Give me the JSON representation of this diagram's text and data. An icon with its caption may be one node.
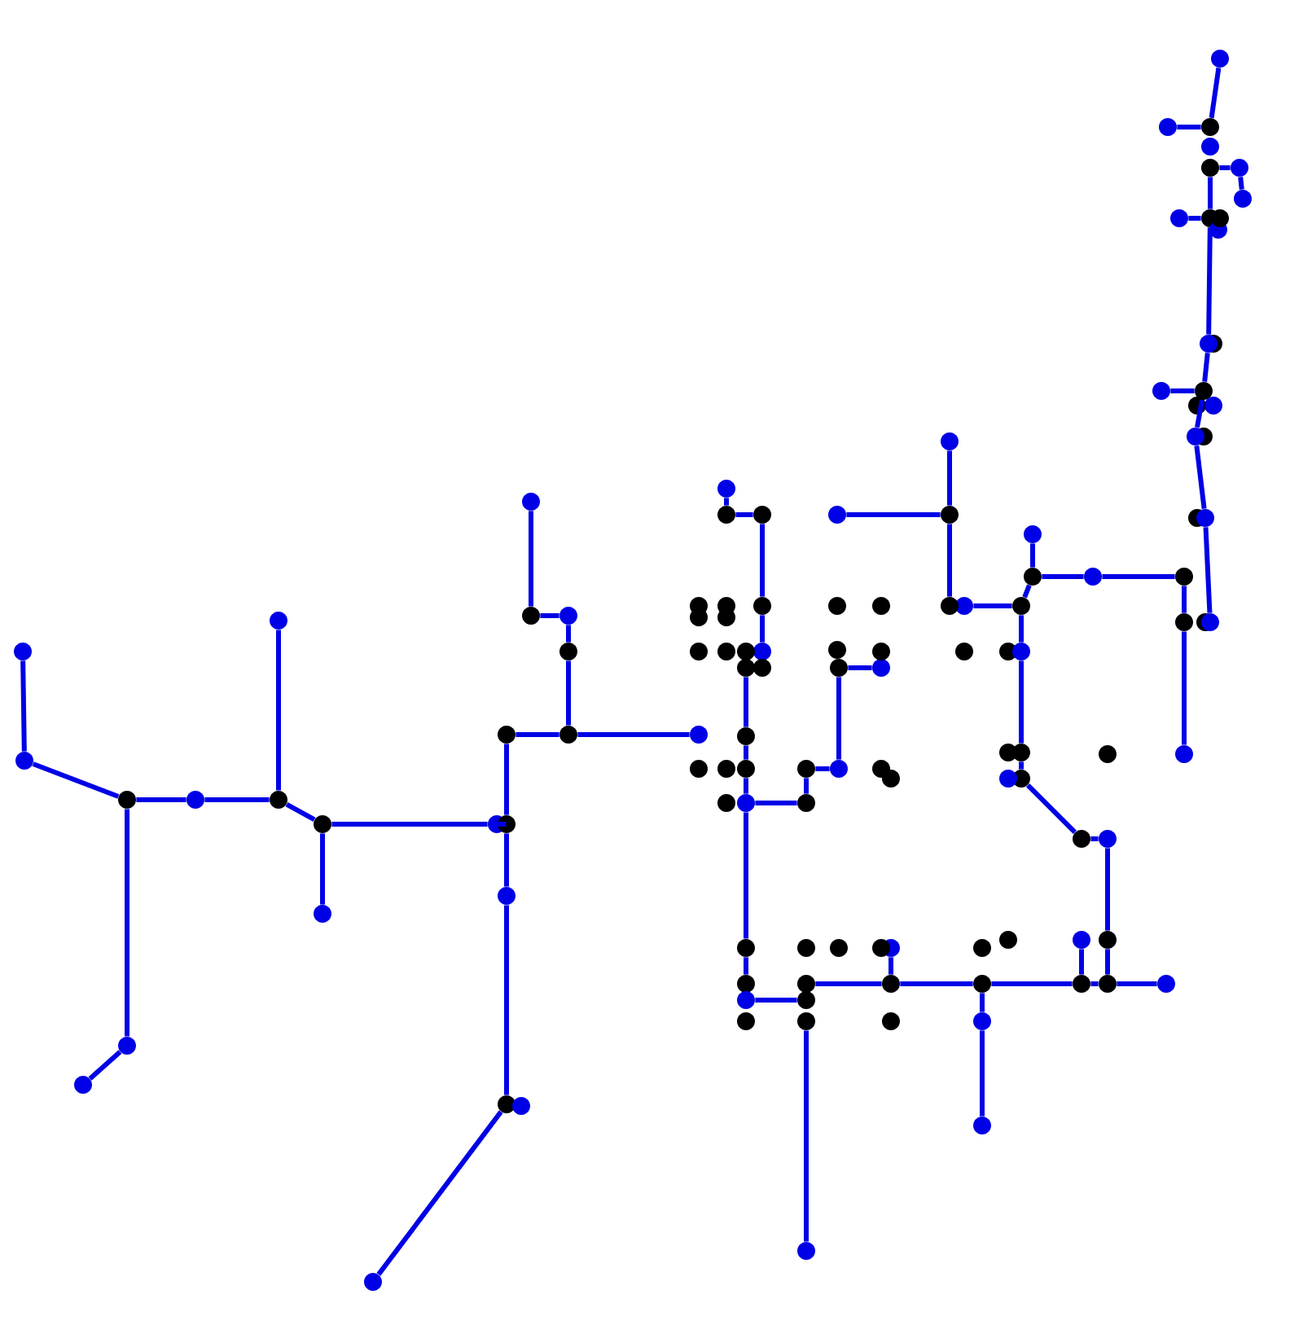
{
  "diagram": {
    "nodes": [
      {
        "text": [],
        "shape": "circle"
      },
      {
        "text": [],
        "shape": "circle"
      },
      {
        "text": [],
        "shape": "circle"
      },
      {
        "text": [],
        "shape": "circle"
      },
      {
        "text": [],
        "shape": "circle"
      },
      {
        "text": [],
        "shape": "circle"
      },
      {
        "text": [],
        "shape": "circle"
      },
      {
        "text": [],
        "shape": "circle"
      },
      {
        "text": [],
        "shape": "circle"
      },
      {
        "text": [],
        "shape": "circle"
      },
      {
        "text": [],
        "shape": "circle"
      },
      {
        "text": [],
        "shape": "circle"
      },
      {
        "text": [],
        "shape": "circle"
      },
      {
        "text": [],
        "shape": "circle"
      },
      {
        "text": [],
        "shape": "circle"
      },
      {
        "text": [],
        "shape": "circle"
      },
      {
        "text": [],
        "shape": "circle"
      },
      {
        "text": [],
        "shape": "circle"
      },
      {
        "text": [],
        "shape": "circle"
      },
      {
        "text": [],
        "shape": "circle"
      },
      {
        "text": [],
        "shape": "circle"
      },
      {
        "text": [],
        "shape": "circle"
      },
      {
        "text": [],
        "shape": "circle"
      },
      {
        "text": [],
        "shape": "circle"
      },
      {
        "text": [],
        "shape": "circle"
      },
      {
        "text": [],
        "shape": "circle"
      },
      {
        "text": [],
        "shape": "circle"
      },
      {
        "text": [],
        "shape": "circle"
      },
      {
        "text": [],
        "shape": "circle"
      },
      {
        "text": [],
        "shape": "circle"
      },
      {
        "text": [],
        "shape": "circle"
      },
      {
        "text": [],
        "shape": "circle"
      },
      {
        "text": [],
        "shape": "circle"
      },
      {
        "text": [],
        "shape": "circle"
      },
      {
        "text": [],
        "shape": "circle"
      },
      {
        "text": [],
        "shape": "circle"
      },
      {
        "text": [],
        "shape": "circle"
      },
      {
        "text": [],
        "shape": "circle"
      },
      {
        "text": [],
        "shape": "circle"
      },
      {
        "text": [],
        "shape": "circle"
      },
      {
        "text": [],
        "shape": "circle"
      },
      {
        "text": [],
        "shape": "circle"
      },
      {
        "text": [],
        "shape": "circle"
      },
      {
        "text": [],
        "shape": "circle"
      },
      {
        "text": [],
        "shape": "circle"
      },
      {
        "text": [],
        "shape": "circle"
      },
      {
        "text": [],
        "shape": "circle"
      },
      {
        "text": [],
        "shape": "circle"
      },
      {
        "text": [],
        "shape": "circle"
      },
      {
        "text": [],
        "shape": "circle"
      },
      {
        "text": [],
        "shape": "circle"
      },
      {
        "text": [],
        "shape": "circle"
      },
      {
        "text": [],
        "shape": "circle"
      },
      {
        "text": [],
        "shape": "circle"
      },
      {
        "text": [],
        "shape": "circle"
      },
      {
        "text": [],
        "shape": "circle"
      },
      {
        "text": [],
        "shape": "circle"
      },
      {
        "text": [],
        "shape": "circle"
      },
      {
        "text": [],
        "shape": "circle"
      },
      {
        "text": [],
        "shape": "circle"
      },
      {
        "text": [],
        "shape": "circle"
      },
      {
        "text": [],
        "shape": "circle"
      },
      {
        "text": [],
        "shape": "circle"
      },
      {
        "text": [],
        "shape": "circle"
      },
      {
        "text": [],
        "shape": "circle"
      },
      {
        "text": [],
        "shape": "circle"
      },
      {
        "text": [],
        "shape": "circle"
      },
      {
        "text": [],
        "shape": "circle"
      },
      {
        "text": [],
        "shape": "circle"
      },
      {
        "text": [],
        "shape": "circle"
      },
      {
        "text": [],
        "shape": "circle"
      },
      {
        "text": [],
        "shape": "circle"
      },
      {
        "text": [],
        "shape": "circle"
      },
      {
        "text": [],
        "shape": "circle"
      },
      {
        "text": [],
        "shape": "circle"
      },
      {
        "text": [],
        "shape": "circle"
      },
      {
        "text": [],
        "shape": "circle"
      },
      {
        "text": [],
        "shape": "circle"
      },
      {
        "text": [],
        "shape": "circle"
      },
      {
        "text": [],
        "shape": "circle"
      },
      {
        "text": [],
        "shape": "circle"
      },
      {
        "text": [],
        "shape": "circle"
      },
      {
        "text": [],
        "shape": "circle"
      },
      {
        "text": [],
        "shape": "circle"
      },
      {
        "text": [],
        "shape": "circle"
      },
      {
        "text": [],
        "shape": "circle"
      },
      {
        "text": [],
        "shape": "circle"
      },
      {
        "text": [],
        "shape": "circle"
      },
      {
        "text": [],
        "shape": "circle"
      },
      {
        "text": [],
        "shape": "circle"
      },
      {
        "text": [],
        "shape": "circle"
      },
      {
        "text": [],
        "shape": "circle"
      },
      {
        "text": [],
        "shape": "circle"
      },
      {
        "text": [],
        "shape": "circle"
      },
      {
        "text": [],
        "shape": "circle"
      },
      {
        "text": [],
        "shape": "circle"
      },
      {
        "text": [],
        "shape": "circle"
      },
      {
        "text": [],
        "shape": "circle"
      },
      {
        "text": [],
        "shape": "circle"
      },
      {
        "text": [],
        "shape": "circle"
      },
      {
        "text": [],
        "shape": "circle"
      },
      {
        "text": [],
        "shape": "circle"
      },
      {
        "text": [],
        "shape": "circle"
      },
      {
        "text": [],
        "shape": "circle"
      },
      {
        "text": [],
        "shape": "circle"
      },
      {
        "text": [],
        "shape": "circle"
      },
      {
        "text": [],
        "shape": "circle"
      },
      {
        "text": [],
        "shape": "circle"
      },
      {
        "text": [],
        "shape": "circle"
      },
      {
        "text": [],
        "shape": "circle"
      },
      {
        "text": [],
        "shape": "circle"
      },
      {
        "text": [],
        "shape": "circle"
      },
      {
        "text": [],
        "shape": "circle"
      },
      {
        "text": [],
        "shape": "circle"
      },
      {
        "text": [],
        "shape": "circle"
      },
      {
        "text": [],
        "shape": "circle"
      },
      {
        "text": [],
        "shape": "circle"
      },
      {
        "text": [],
        "shape": "circle"
      },
      {
        "text": [],
        "shape": "circle"
      },
      {
        "text": [],
        "shape": "circle"
      },
      {
        "text": [],
        "shape": "circle"
      },
      {
        "text": [],
        "shape": "circle"
      },
      {
        "text": [],
        "shape": "circle"
      }
    ],
    "edges": [
      {
        "from": 0,
        "to": 1,
        "arrow": "none"
      },
      {
        "from": 1,
        "to": 2,
        "arrow": "none"
      },
      {
        "from": 2,
        "to": 3,
        "arrow": "none"
      },
      {
        "from": 3,
        "to": 4,
        "arrow": "none"
      },
      {
        "from": 4,
        "to": 5,
        "arrow": "none"
      },
      {
        "from": 4,
        "to": 6,
        "arrow": "none"
      },
      {
        "from": 6,
        "to": 7,
        "arrow": "none"
      },
      {
        "from": 6,
        "to": 8,
        "arrow": "none"
      },
      {
        "from": 8,
        "to": 9,
        "arrow": "none"
      },
      {
        "from": 9,
        "to": 16,
        "arrow": "none"
      },
      {
        "from": 9,
        "to": 12,
        "arrow": "none"
      },
      {
        "from": 12,
        "to": 13,
        "arrow": "none"
      },
      {
        "from": 13,
        "to": 15,
        "arrow": "none"
      },
      {
        "from": 2,
        "to": 10,
        "arrow": "none"
      },
      {
        "from": 10,
        "to": 11,
        "arrow": "none"
      },
      {
        "from": 16,
        "to": 17,
        "arrow": "none"
      },
      {
        "from": 17,
        "to": 18,
        "arrow": "none"
      },
      {
        "from": 17,
        "to": 19,
        "arrow": "none"
      },
      {
        "from": 19,
        "to": 20,
        "arrow": "none"
      },
      {
        "from": 20,
        "to": 21,
        "arrow": "none"
      },
      {
        "from": 21,
        "to": 22,
        "arrow": "none"
      },
      {
        "from": 23,
        "to": 24,
        "arrow": "none"
      },
      {
        "from": 24,
        "to": 25,
        "arrow": "none"
      },
      {
        "from": 25,
        "to": 26,
        "arrow": "none"
      },
      {
        "from": 26,
        "to": 27,
        "arrow": "none"
      },
      {
        "from": 29,
        "to": 31,
        "arrow": "none"
      },
      {
        "from": 31,
        "to": 32,
        "arrow": "none"
      },
      {
        "from": 32,
        "to": 33,
        "arrow": "none"
      },
      {
        "from": 33,
        "to": 34,
        "arrow": "none"
      },
      {
        "from": 34,
        "to": 35,
        "arrow": "none"
      },
      {
        "from": 35,
        "to": 36,
        "arrow": "none"
      },
      {
        "from": 36,
        "to": 37,
        "arrow": "none"
      },
      {
        "from": 37,
        "to": 38,
        "arrow": "none"
      },
      {
        "from": 33,
        "to": 40,
        "arrow": "none"
      },
      {
        "from": 40,
        "to": 41,
        "arrow": "none"
      },
      {
        "from": 42,
        "to": 43,
        "arrow": "none"
      },
      {
        "from": 45,
        "to": 46,
        "arrow": "none"
      },
      {
        "from": 44,
        "to": 47,
        "arrow": "none"
      },
      {
        "from": 47,
        "to": 48,
        "arrow": "none"
      },
      {
        "from": 47,
        "to": 49,
        "arrow": "none"
      },
      {
        "from": 49,
        "to": 50,
        "arrow": "none"
      },
      {
        "from": 50,
        "to": 51,
        "arrow": "none"
      },
      {
        "from": 49,
        "to": 52,
        "arrow": "none"
      },
      {
        "from": 52,
        "to": 53,
        "arrow": "none"
      },
      {
        "from": 52,
        "to": 54,
        "arrow": "none"
      },
      {
        "from": 54,
        "to": 55,
        "arrow": "none"
      },
      {
        "from": 54,
        "to": 56,
        "arrow": "none"
      },
      {
        "from": 55,
        "to": 57,
        "arrow": "none"
      },
      {
        "from": 57,
        "to": 58,
        "arrow": "none"
      },
      {
        "from": 58,
        "to": 59,
        "arrow": "none"
      },
      {
        "from": 59,
        "to": 61,
        "arrow": "none"
      },
      {
        "from": 61,
        "to": 64,
        "arrow": "none"
      },
      {
        "from": 64,
        "to": 65,
        "arrow": "none"
      },
      {
        "from": 65,
        "to": 66,
        "arrow": "none"
      },
      {
        "from": 67,
        "to": 68,
        "arrow": "none"
      },
      {
        "from": 68,
        "to": 69,
        "arrow": "none"
      },
      {
        "from": 68,
        "to": 70,
        "arrow": "none"
      },
      {
        "from": 65,
        "to": 71,
        "arrow": "none"
      },
      {
        "from": 71,
        "to": 72,
        "arrow": "none"
      },
      {
        "from": 71,
        "to": 73,
        "arrow": "none"
      },
      {
        "from": 73,
        "to": 74,
        "arrow": "none"
      },
      {
        "from": 74,
        "to": 75,
        "arrow": "none"
      },
      {
        "from": 75,
        "to": 76,
        "arrow": "none"
      },
      {
        "from": 77,
        "to": 78,
        "arrow": "none"
      },
      {
        "from": 78,
        "to": 79,
        "arrow": "none"
      },
      {
        "from": 81,
        "to": 82,
        "arrow": "none"
      },
      {
        "from": 82,
        "to": 83,
        "arrow": "none"
      },
      {
        "from": 81,
        "to": 84,
        "arrow": "none"
      },
      {
        "from": 84,
        "to": 85,
        "arrow": "none"
      },
      {
        "from": 84,
        "to": 88,
        "arrow": "none"
      },
      {
        "from": 88,
        "to": 89,
        "arrow": "none"
      },
      {
        "from": 89,
        "to": 90,
        "arrow": "none"
      },
      {
        "from": 89,
        "to": 94,
        "arrow": "none"
      },
      {
        "from": 94,
        "to": 96,
        "arrow": "none"
      },
      {
        "from": 96,
        "to": 98,
        "arrow": "none"
      }
    ]
  }
}
